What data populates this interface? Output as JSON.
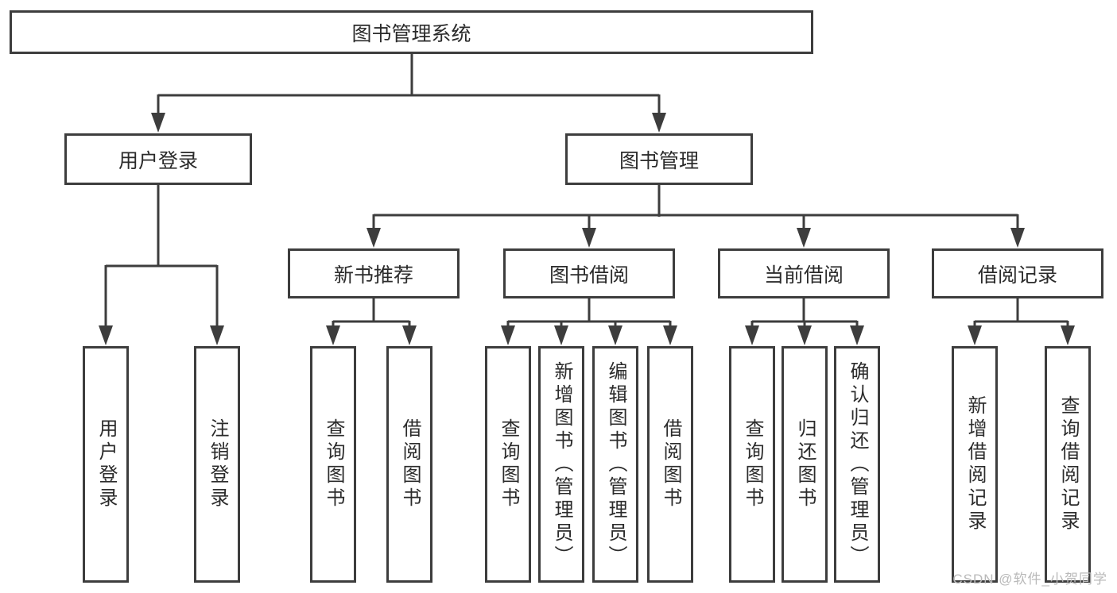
{
  "colors": {
    "line": "#3d3d3d",
    "text": "#2b2b2b",
    "watermark": "#b9b9b9",
    "background": "#ffffff"
  },
  "tree": {
    "root": {
      "label": "图书管理系统",
      "children": [
        {
          "label": "用户登录",
          "children": [
            {
              "label": "用户登录"
            },
            {
              "label": "注销登录"
            }
          ]
        },
        {
          "label": "图书管理",
          "children": [
            {
              "label": "新书推荐",
              "children": [
                {
                  "label": "查询图书"
                },
                {
                  "label": "借阅图书"
                }
              ]
            },
            {
              "label": "图书借阅",
              "children": [
                {
                  "label": "查询图书"
                },
                {
                  "label": "新增图书（管理员）"
                },
                {
                  "label": "编辑图书（管理员）"
                },
                {
                  "label": "借阅图书"
                }
              ]
            },
            {
              "label": "当前借阅",
              "children": [
                {
                  "label": "查询图书"
                },
                {
                  "label": "归还图书"
                },
                {
                  "label": "确认归还（管理员）"
                }
              ]
            },
            {
              "label": "借阅记录",
              "children": [
                {
                  "label": "新增借阅记录"
                },
                {
                  "label": "查询借阅记录"
                }
              ]
            }
          ]
        }
      ]
    }
  },
  "watermark": {
    "text": "CSDN @软件_小贺同学"
  }
}
